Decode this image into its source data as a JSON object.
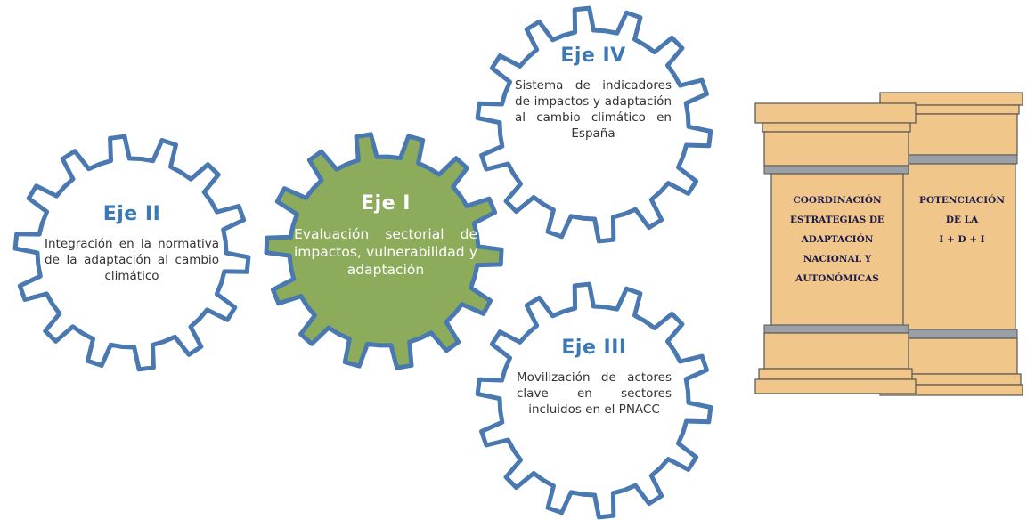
{
  "gears": [
    {
      "id": "eje-ii",
      "title": "Eje II",
      "body": "Integración en la normativa de la adaptación al cambio climático"
    },
    {
      "id": "eje-i",
      "title": "Eje I",
      "body": "Evaluación sectorial de impactos, vulnerabilidad y adaptación"
    },
    {
      "id": "eje-iv",
      "title": "Eje IV",
      "body": "Sistema de indicadores de impactos y adaptación al cambio climático en España"
    },
    {
      "id": "eje-iii",
      "title": "Eje III",
      "body": "Movilización de actores clave en sectores incluidos en el PNACC"
    }
  ],
  "pillars": {
    "front_lines": [
      "COORDINACIÓN",
      "ESTRATEGIAS DE",
      "ADAPTACIÓN",
      "NACIONAL Y",
      "AUTONÓMICAS"
    ],
    "back_lines": [
      "POTENCIACIÓN",
      "DE LA",
      "I + D + I"
    ]
  },
  "colors": {
    "gear_stroke": "#4a78b0",
    "gear_active_fill": "#8cac5c",
    "title_blue": "#3b78b4",
    "pillar_fill": "#f0c68a",
    "pillar_band": "#9aa0a6"
  }
}
